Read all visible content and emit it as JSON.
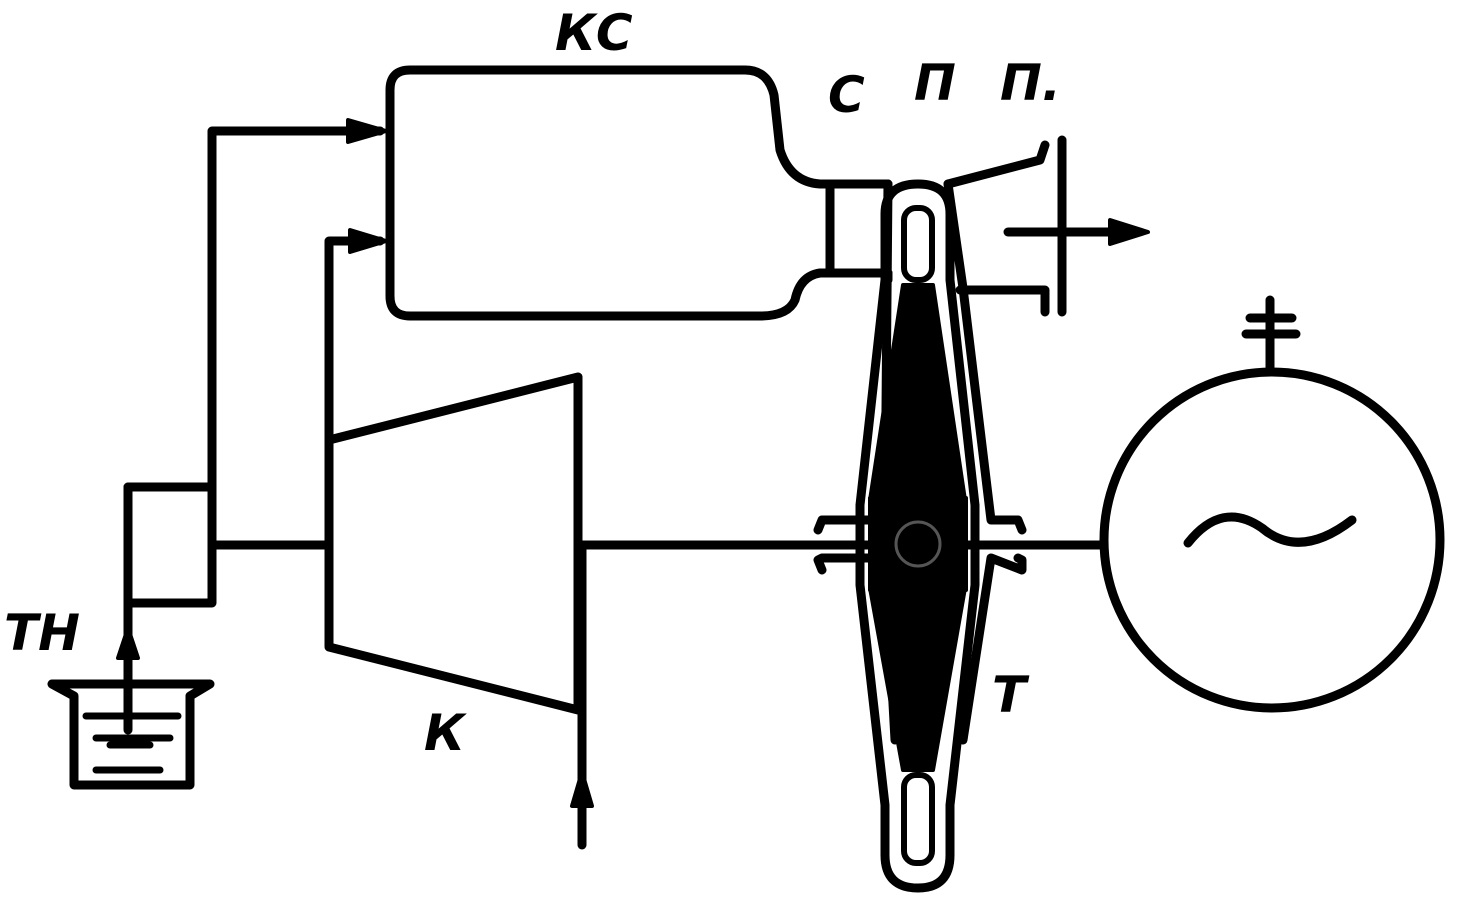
{
  "labels": {
    "combustion_chamber": "КС",
    "nozzle": "С",
    "blade_top": "П",
    "exhaust_pipe": "П.",
    "fuel_pump": "ТН",
    "compressor": "К",
    "turbine": "Т"
  },
  "colors": {
    "ink": "#000000",
    "background": "#ffffff"
  }
}
